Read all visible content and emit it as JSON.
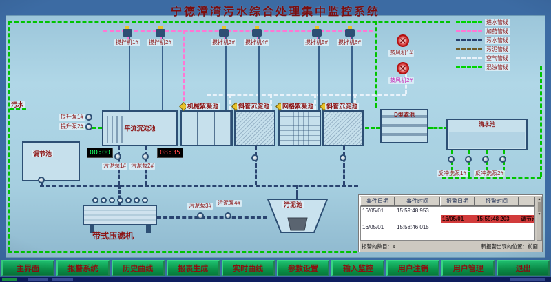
{
  "title": "宁德漳湾污水综合处理集中监控系统",
  "colors": {
    "body_bg": "#3c6ba3",
    "panel_bg": "#a9cfdf",
    "title_text": "#7c0e0e",
    "label_text": "#8c1414",
    "button_bg": "#0a9148",
    "button_text": "#8b1010",
    "pipe_inlet_green": "#00c400",
    "pipe_dosing_pink": "#ff77d4",
    "pipe_sewage_dark": "#2a4470",
    "pipe_air_white": "#e8f2fa",
    "alarm_row_red": "#d23b3b"
  },
  "legend": {
    "items": [
      {
        "label": "进水管线",
        "color": "#00d400"
      },
      {
        "label": "加药管线",
        "color": "#ff77d4"
      },
      {
        "label": "污水管线",
        "color": "#27406b"
      },
      {
        "label": "污泥管线",
        "color": "#6b5a27"
      },
      {
        "label": "空气管线",
        "color": "#e8f2fa"
      },
      {
        "label": "混浊管线",
        "color": "#00d400"
      }
    ]
  },
  "equipment": {
    "inlet_label": "污水",
    "regulating_tank": "调节池",
    "lift_pump_1": "提升泵1#",
    "lift_pump_2": "提升泵2#",
    "horizontal_sed_tank": "平流沉淀池",
    "mech_floc_tank": "机械絮凝池",
    "inclined_sed_tank_1": "斜管沉淀池",
    "grid_floc_tank": "网格絮凝池",
    "inclined_sed_tank_2": "斜管沉淀池",
    "d_filter_tank": "D型滤池",
    "clear_water_tank": "清水池",
    "blower_1": "鼓风机1#",
    "blower_2": "鼓风机2#",
    "belt_filter_press": "带式压滤机",
    "sludge_tank": "污泥池",
    "sludge_pump_1": "污泥泵1#",
    "sludge_pump_2": "污泥泵2#",
    "sludge_pump_3": "污泥泵3#",
    "sludge_pump_4": "污泥泵4#",
    "backwash_pump_1": "反冲洗泵1#",
    "backwash_pump_2": "反冲洗泵2#"
  },
  "mixers": [
    {
      "label": "搅拌机1#"
    },
    {
      "label": "搅拌机2#"
    },
    {
      "label": "搅拌机3#"
    },
    {
      "label": "搅拌机4#"
    },
    {
      "label": "搅拌机5#"
    },
    {
      "label": "搅拌机6#"
    }
  ],
  "timers": {
    "timer_1": "00:00",
    "timer_2": "08:35"
  },
  "alarm_table": {
    "headers": [
      "事件日期",
      "事件时间",
      "报警日期",
      "报警时间",
      ""
    ],
    "rows": [
      [
        "16/05/01",
        "15:59:48 953",
        "",
        "",
        ""
      ],
      [
        "",
        "",
        "16/05/01",
        "15:59:48 203",
        "调节池浊度"
      ],
      [
        "16/05/01",
        "15:58:46 015",
        "",
        "",
        ""
      ],
      [
        "",
        "",
        "",
        "",
        ""
      ]
    ],
    "footer_left": "报警的数目：4",
    "footer_right": "新报警出现的位置：前面"
  },
  "menu": {
    "buttons": [
      {
        "label": "主界面"
      },
      {
        "label": "报警系统"
      },
      {
        "label": "历史曲线"
      },
      {
        "label": "报表生成"
      },
      {
        "label": "实时曲线"
      },
      {
        "label": "参数设置"
      },
      {
        "label": "输入监控"
      },
      {
        "label": "用户注销"
      },
      {
        "label": "用户管理"
      },
      {
        "label": "退出"
      }
    ]
  }
}
